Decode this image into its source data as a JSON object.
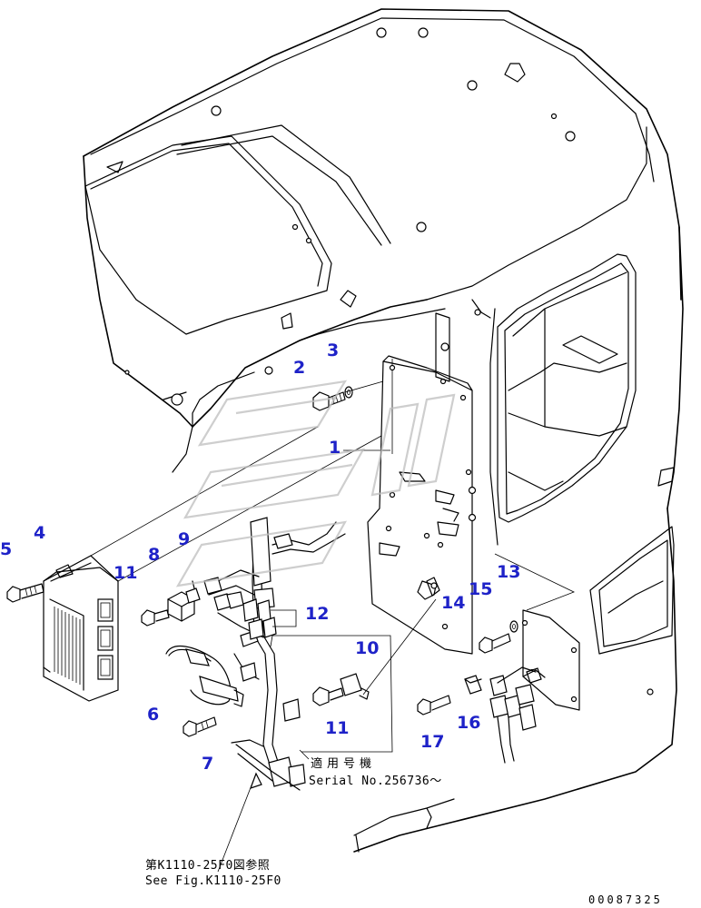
{
  "callouts": [
    {
      "id": "1",
      "label": "1"
    },
    {
      "id": "2",
      "label": "2"
    },
    {
      "id": "3",
      "label": "3"
    },
    {
      "id": "4",
      "label": "4"
    },
    {
      "id": "5",
      "label": "5"
    },
    {
      "id": "6",
      "label": "6"
    },
    {
      "id": "7",
      "label": "7"
    },
    {
      "id": "8",
      "label": "8"
    },
    {
      "id": "9",
      "label": "9"
    },
    {
      "id": "10",
      "label": "10"
    },
    {
      "id": "11a",
      "label": "11"
    },
    {
      "id": "11b",
      "label": "11"
    },
    {
      "id": "12",
      "label": "12"
    },
    {
      "id": "13",
      "label": "13"
    },
    {
      "id": "14",
      "label": "14"
    },
    {
      "id": "15",
      "label": "15"
    },
    {
      "id": "16",
      "label": "16"
    },
    {
      "id": "17",
      "label": "17"
    }
  ],
  "notes": {
    "serial_jp": "適用号機",
    "serial_en": "Serial No.256736～",
    "ref_jp": "第K1110-25F0図参照",
    "ref_en": "See Fig.K1110-25F0"
  },
  "document_number": "00087325",
  "colors": {
    "callout": "#1e22c8",
    "line": "#000000",
    "watermark": "#bdbdbd"
  }
}
